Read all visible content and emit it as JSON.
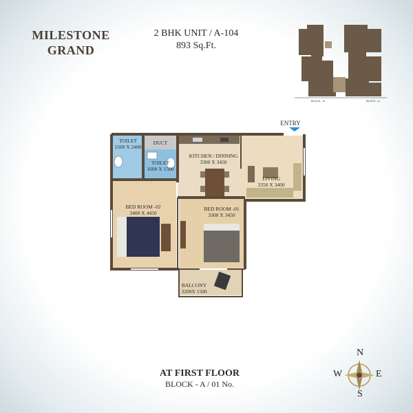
{
  "brand": {
    "line1": "MILESTONE",
    "line2": "GRAND"
  },
  "unit": {
    "title": "2 BHK UNIT / A-104",
    "area": "893 Sq.Ft."
  },
  "key_plan": {
    "block_b": "BLOCK - B",
    "block_a": "BLOCK - A"
  },
  "plan": {
    "entry": "ENTRY",
    "rooms": {
      "toilet1_name": "TOILET",
      "toilet1_size": "1500 X 2400",
      "duct": "DUCT",
      "toilet2_name": "TOILET",
      "toilet2_size": "1600 X 1500",
      "kitchen_name": "KITCHEN / DINNING",
      "kitchen_size": "3300 X 3450",
      "living_name": "LIVING",
      "living_size": "3350 X 3400",
      "bed2_name": "BED ROOM -02",
      "bed2_size": "3400 X 4450",
      "bed1_name": "BED ROOM -01",
      "bed1_size": "3300 X 3450",
      "balcony_name": "BALCONY",
      "balcony_size": "3200X 1500"
    }
  },
  "floor": {
    "title": "AT FIRST FLOOR",
    "block": "BLOCK - A / 01 No."
  },
  "compass": {
    "n": "N",
    "s": "S",
    "e": "E",
    "w": "W"
  },
  "colors": {
    "wall": "#5a4a3a",
    "floor_wood": "#e8d2ae",
    "tile_blue": "#8fc0e0",
    "accent_entry": "#2a8fd0"
  }
}
